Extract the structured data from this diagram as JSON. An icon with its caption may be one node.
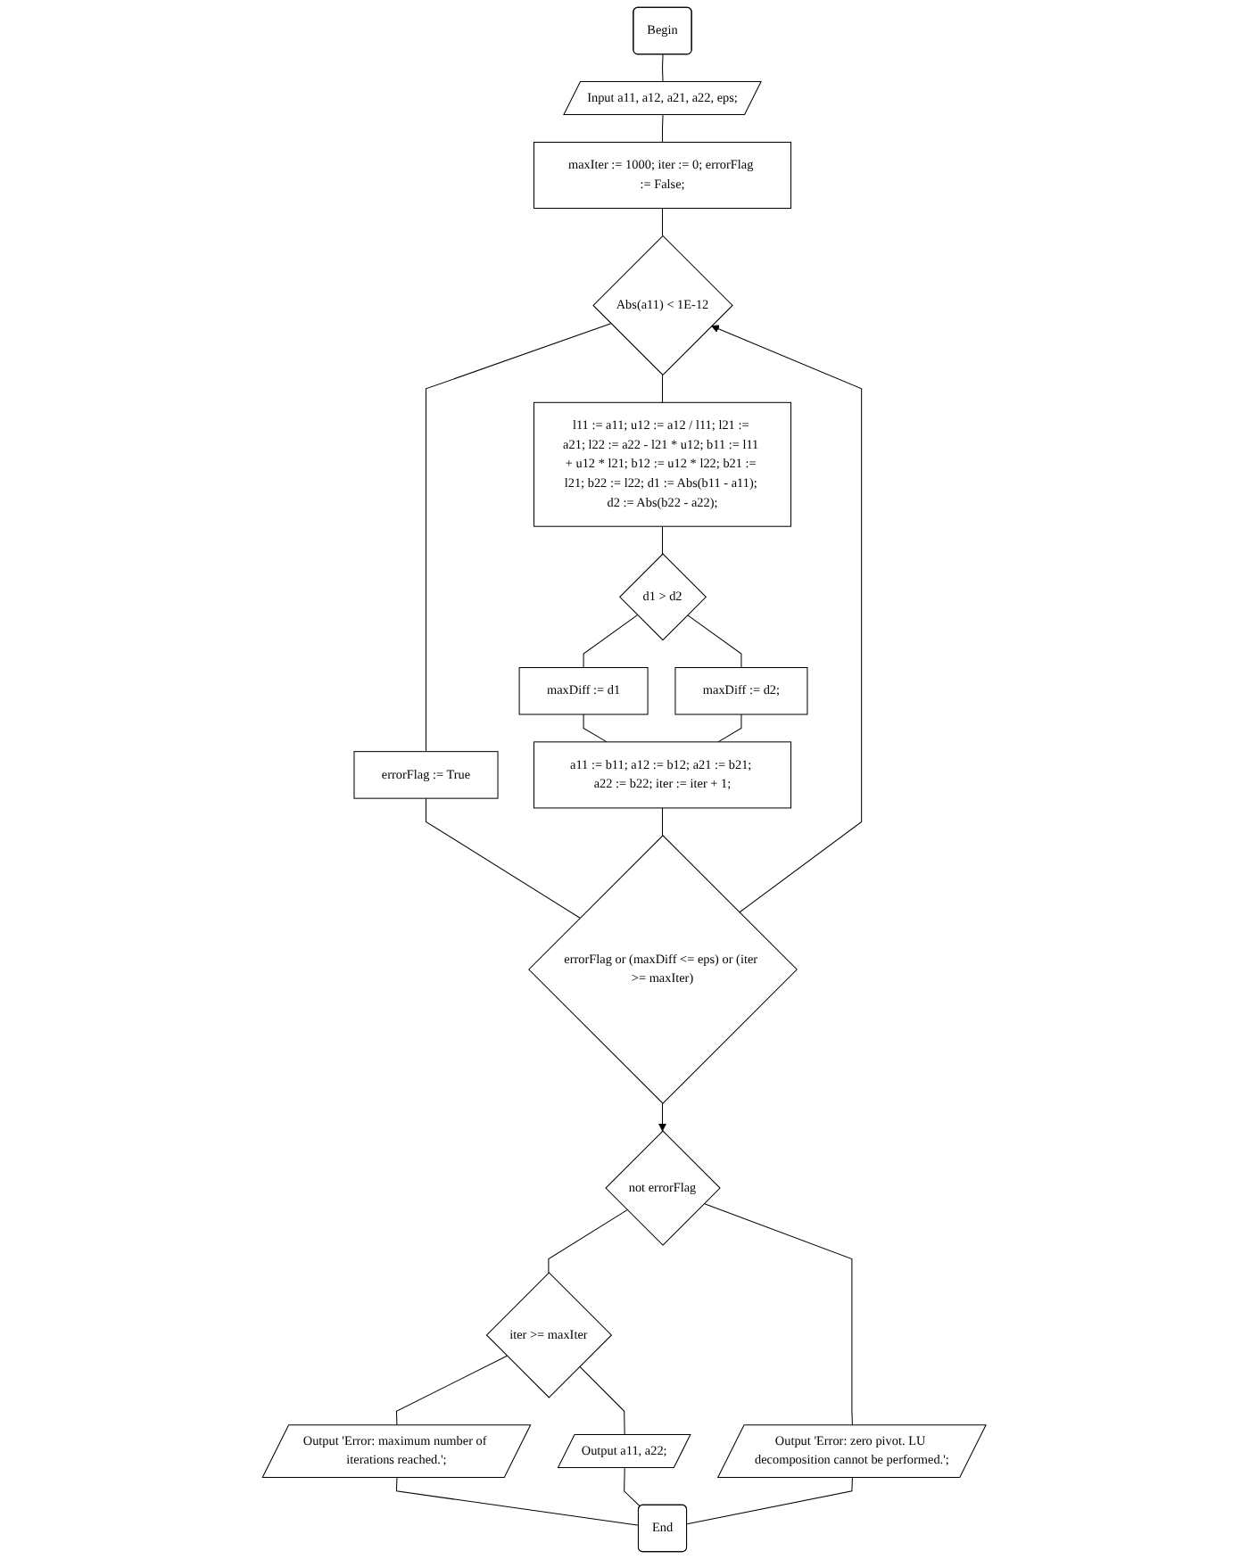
{
  "diagram": {
    "nodes": [
      {
        "text": [
          "Begin"
        ]
      },
      {
        "text": [
          "Input a11, a12, a21, a22, eps;"
        ]
      },
      {
        "text": [
          "maxIter := 1000; iter := 0; errorFlag := False;"
        ]
      },
      {
        "text": [
          "Abs(a11) < 1E-12"
        ]
      },
      {
        "text": [
          "errorFlag := True"
        ]
      },
      {
        "text": [
          "l11 := a11; u12 := a12 / l11; l21 := a21; l22 := a22 - l21 * u12; b11 := l11 + u12 * l21; b12 := u12 * l22; b21 := l21; b22 := l22; d1 := Abs(b11 - a11); d2 := Abs(b22 - a22);"
        ]
      },
      {
        "text": [
          "d1 > d2"
        ]
      },
      {
        "text": [
          "maxDiff := d1"
        ]
      },
      {
        "text": [
          "maxDiff := d2;"
        ]
      },
      {
        "text": [
          "a11 := b11; a12 := b12; a21 := b21; a22 := b22; iter := iter + 1;"
        ]
      },
      {
        "text": [
          "errorFlag or (maxDiff <= eps) or (iter >= maxIter)"
        ]
      },
      {
        "text": [
          "not errorFlag"
        ]
      },
      {
        "text": [
          "iter >= maxIter"
        ]
      },
      {
        "text": [
          "Output 'Error: maximum number of iterations reached.';"
        ]
      },
      {
        "text": [
          "Output a11, a22;"
        ]
      },
      {
        "text": [
          "Output 'Error: zero pivot. LU decomposition cannot be performed.';"
        ]
      },
      {
        "text": [
          "End"
        ]
      }
    ],
    "edges": [
      {
        "from": 0,
        "to": 1,
        "arrow": "none"
      },
      {
        "from": 1,
        "to": 2,
        "arrow": "none"
      },
      {
        "from": 2,
        "to": 3,
        "arrow": "none"
      },
      {
        "from": 3,
        "to": 4,
        "arrow": "none"
      },
      {
        "from": 3,
        "to": 5,
        "arrow": "none"
      },
      {
        "from": 5,
        "to": 6,
        "arrow": "none"
      },
      {
        "from": 6,
        "to": 7,
        "arrow": "none"
      },
      {
        "from": 6,
        "to": 8,
        "arrow": "none"
      },
      {
        "from": 7,
        "to": 9,
        "arrow": "none"
      },
      {
        "from": 8,
        "to": 9,
        "arrow": "none"
      },
      {
        "from": 4,
        "to": 10,
        "arrow": "none"
      },
      {
        "from": 9,
        "to": 10,
        "arrow": "none"
      },
      {
        "from": 10,
        "to": 3,
        "arrow": "to"
      },
      {
        "from": 10,
        "to": 11,
        "arrow": "to"
      },
      {
        "from": 11,
        "to": 12,
        "arrow": "none"
      },
      {
        "from": 11,
        "to": 15,
        "arrow": "none"
      },
      {
        "from": 12,
        "to": 13,
        "arrow": "none"
      },
      {
        "from": 12,
        "to": 14,
        "arrow": "none"
      },
      {
        "from": 13,
        "to": 16,
        "arrow": "none"
      },
      {
        "from": 14,
        "to": 16,
        "arrow": "none"
      },
      {
        "from": 15,
        "to": 16,
        "arrow": "none"
      }
    ]
  }
}
